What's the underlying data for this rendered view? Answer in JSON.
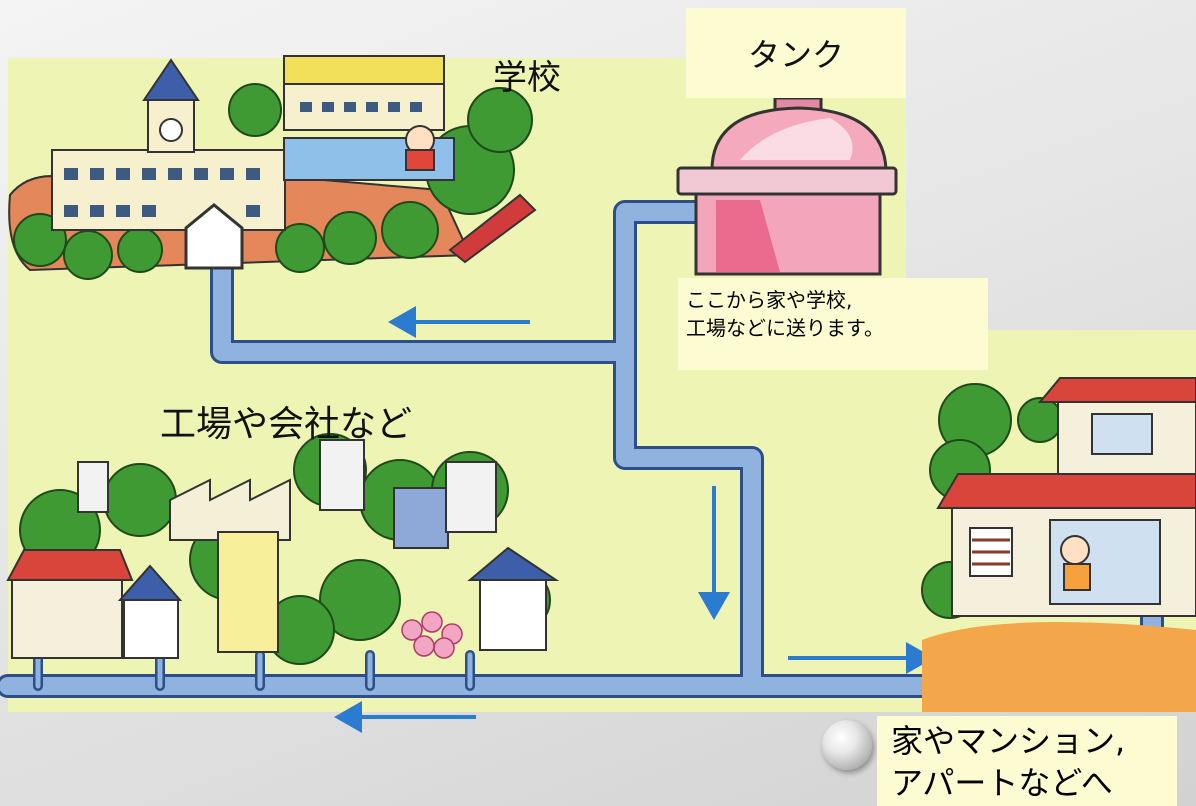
{
  "labels": {
    "tank": "タンク",
    "school": "学校",
    "factory": "工場や会社など",
    "caption_line1": "ここから家や学校,",
    "caption_line2": "工場などに送ります。",
    "home_line1": "家やマンション,",
    "home_line2": "アパートなどへ"
  },
  "colors": {
    "background_field": "#eef5b4",
    "pipe": "#8fb3de",
    "pipe_outline": "#2c4f8a",
    "arrow": "#2b7bd0",
    "label_box": "#fdfbd2"
  }
}
